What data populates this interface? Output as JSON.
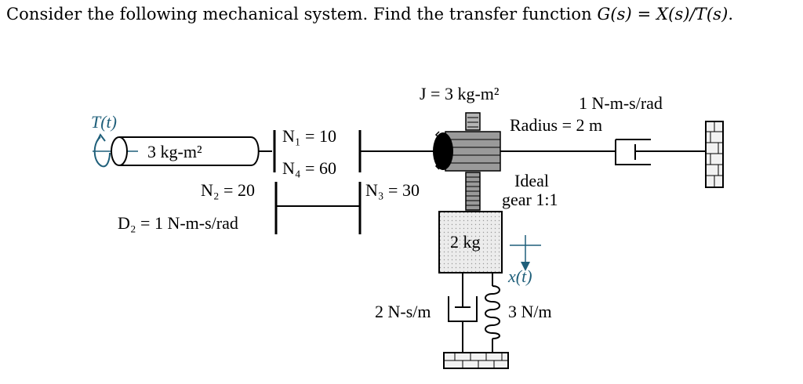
{
  "problem": {
    "text_before": "Consider the following mechanical system. Find the transfer function ",
    "equation": "G(s) = X(s)/T(s)",
    "text_after": "."
  },
  "labels": {
    "torque": "T(t)",
    "inertia_left": "3 kg-m²",
    "n1": "N₁ = 10",
    "n4": "N₄ = 60",
    "n2": "N₂ = 20",
    "n3": "N₃ = 30",
    "d2": "D₂ = 1 N-m-s/rad",
    "j": "J = 3 kg-m²",
    "damper_rot": "1 N-m-s/rad",
    "radius": "Radius = 2 m",
    "ideal_gear_1": "Ideal",
    "ideal_gear_2": "gear 1:1",
    "mass": "2 kg",
    "displacement": "x(t)",
    "damper_trans": "2 N-s/m",
    "spring": "3 N/m"
  },
  "colors": {
    "annotation": "#1f5f7a",
    "line": "#000000",
    "mass_fill": "#e8e8e8",
    "gear_fill": "#9a9a9a",
    "wall_fill": "#f2f2f2"
  }
}
